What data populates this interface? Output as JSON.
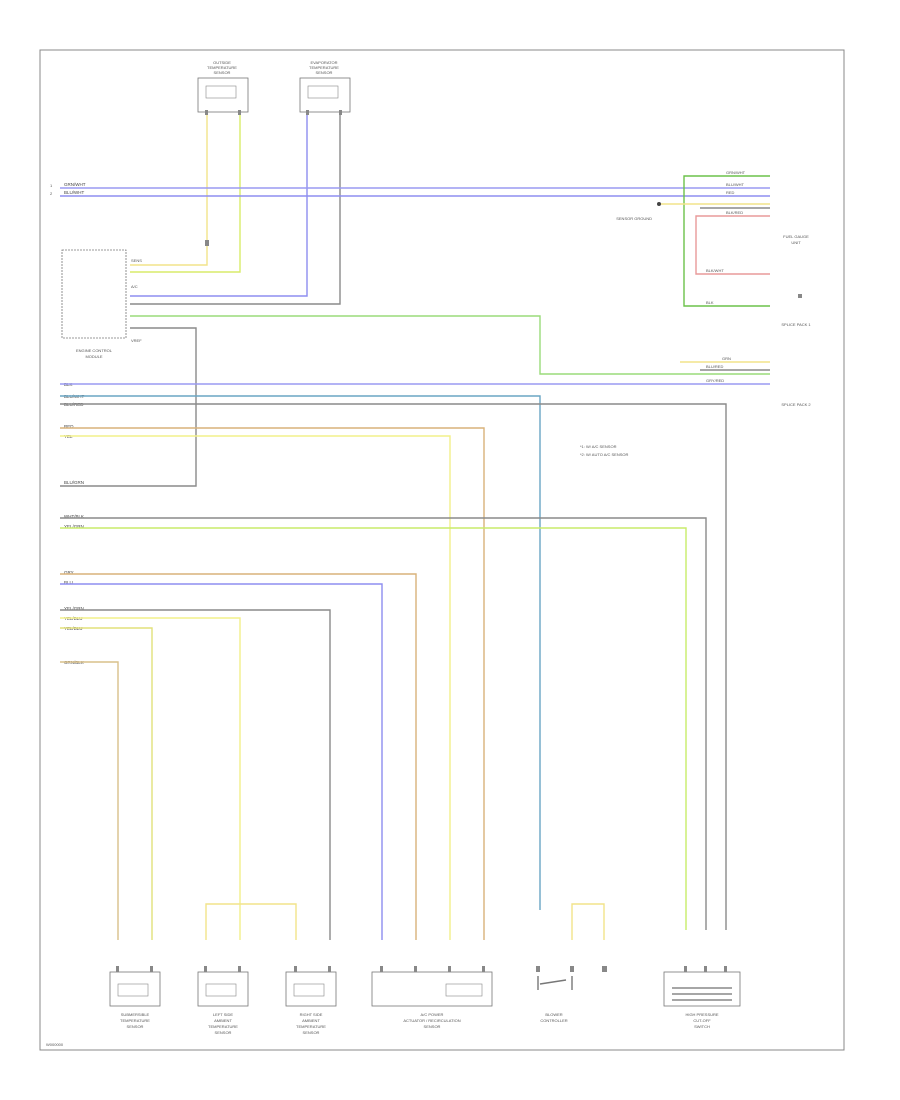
{
  "page_code": "W000000",
  "colors": {
    "yellow": "#f2f08a",
    "orange": "#d9b27a",
    "blue": "#8d8df0",
    "violet": "#9a9af2",
    "green": "#9adc7a",
    "lime": "#c8ec6a",
    "gray": "#8a8a8a",
    "teal": "#6aa6c4",
    "red": "#e89a9a"
  },
  "components": {
    "top_sensor_1": [
      "OUTSIDE",
      "TEMPERATURE",
      "SENSOR"
    ],
    "top_sensor_2": [
      "EVAPORATOR",
      "TEMPERATURE",
      "SENSOR"
    ],
    "engine_module": [
      "ENGINE CONTROL",
      "MODULE"
    ],
    "fuel_gauge": [
      "FUEL GAUGE",
      "UNIT"
    ],
    "splice_pack_1": "SPLICE PACK 1",
    "splice_pack_2": "SPLICE PACK 2",
    "bottom_1": [
      "SUBMERSIBLE",
      "TEMPERATURE",
      "SENSOR"
    ],
    "bottom_2": [
      "LEFT SIDE",
      "AMBIENT",
      "TEMPERATURE",
      "SENSOR"
    ],
    "bottom_3": [
      "RIGHT SIDE",
      "AMBIENT",
      "TEMPERATURE",
      "SENSOR"
    ],
    "bottom_4": [
      "A/C POWER",
      "ACTUATOR / RECIRCULATION",
      "SENSOR"
    ],
    "bottom_5": [
      "BLOWER",
      "CONTROLLER"
    ],
    "bottom_6": [
      "HIGH PRESSURE",
      "CUT-OFF",
      "SWITCH"
    ]
  },
  "notes": [
    "*1: W/ A/C SENSOR",
    "*2: W/ AUTO A/C SENSOR"
  ],
  "labels": {
    "top_left_1": "GRN/WHT",
    "top_left_2": "BLU/WHT",
    "right_1": "GRN/WHT",
    "right_2": "BLU/WHT",
    "right_3": "RED",
    "right_4": "BLK/RED",
    "right_5": "BLK/WHT",
    "right_6": "BLK",
    "right_mid_1": "GRN",
    "right_mid_2": "BLU/RED",
    "right_mid_3": "GRY/RED",
    "sensor_ground": "SENSOR GROUND",
    "w_left_1": "BLK",
    "w_left_2": "BLU/WHT",
    "w_left_3": "BLU/RED",
    "w_left_4": "RED",
    "w_left_5": "YEL",
    "w_left_6": "BLU/GRN",
    "w_left_7": "WHT/BLK",
    "w_left_8": "YEL/GRN",
    "w_left_9": "GRY",
    "w_left_10": "BLU",
    "w_left_11": "YEL/GRN",
    "w_left_12": "YEL/BLU",
    "w_left_13": "YEL/BLU",
    "w_left_14": "GRN/BLK",
    "engine_pin_1": "SENS",
    "engine_pin_2": "A/C",
    "engine_pin_3": "VREF"
  }
}
